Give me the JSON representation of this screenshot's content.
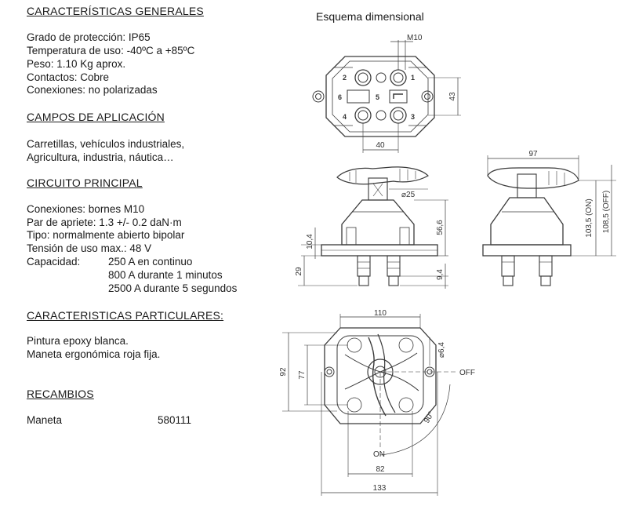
{
  "general": {
    "heading": "CARACTERÍSTICAS GENERALES",
    "lines": [
      "Grado de protección: IP65",
      "Temperatura de uso: -40ºC a +85ºC",
      "Peso: 1.10 Kg aprox.",
      "Contactos: Cobre",
      "Conexiones: no polarizadas"
    ]
  },
  "applications": {
    "heading": "CAMPOS DE APLICACIÓN",
    "lines": [
      "Carretillas, vehículos industriales,",
      "Agricultura, industria, náutica…"
    ]
  },
  "circuit": {
    "heading": "CIRCUITO PRINCIPAL",
    "lines": [
      "Conexiones: bornes M10",
      "Par de apriete: 1.3 +/- 0.2 daN·m",
      "Tipo: normalmente abierto bipolar",
      "Tensión de uso max.: 48 V"
    ],
    "capacity_label": "Capacidad:",
    "capacity_values": [
      "250 A en continuo",
      "800 A durante 1 minutos",
      "2500 A durante 5 segundos"
    ]
  },
  "particular": {
    "heading": "CARACTERISTICAS PARTICULARES:",
    "lines": [
      "Pintura epoxy blanca.",
      "Maneta ergonómica roja fija."
    ]
  },
  "spares": {
    "heading": "RECAMBIOS",
    "item": "Maneta",
    "code": "580111"
  },
  "drawing": {
    "title": "Esquema dimensional",
    "top_view": {
      "thread": "M10",
      "terminals": [
        "2",
        "1",
        "4",
        "3"
      ],
      "marks": [
        "6",
        "5"
      ],
      "dim_height": "43",
      "dim_width": "40"
    },
    "front_view": {
      "dim_diameter": "⌀25",
      "dim_body": "56,6",
      "dim_flange": "10,4",
      "dim_terminal": "29",
      "dim_stud": "9,4"
    },
    "side_view": {
      "dim_width": "97",
      "dim_on": "103,5  (ON)",
      "dim_off": "108,5  (OFF)"
    },
    "bottom_view": {
      "dim_top": "110",
      "dim_outer_h": "92",
      "dim_inner_h": "77",
      "dim_hole": "⌀6,4",
      "label_off": "OFF",
      "label_on": "ON",
      "angle": "90°",
      "dim_inner_w": "82",
      "dim_outer_w": "133"
    }
  }
}
